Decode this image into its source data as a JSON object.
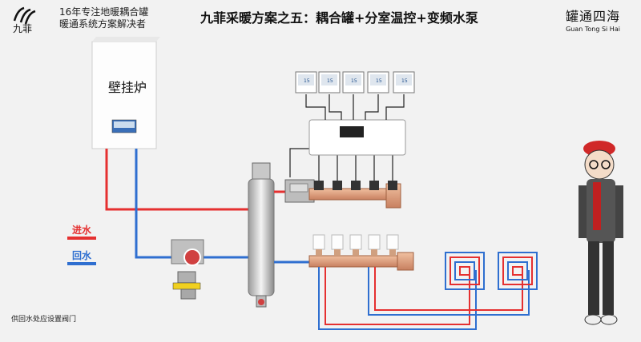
{
  "brand": {
    "logo_text": "九菲",
    "line1": "16年专注地暖耦合罐",
    "line2": "暖通系统方案解决者"
  },
  "title": "九菲采暖方案之五：耦合罐+分室温控+变频水泵",
  "corner_brand": {
    "cn": "罐通四海",
    "en": "Guan Tong Si Hai"
  },
  "boiler": {
    "label": "壁挂炉"
  },
  "legend": {
    "supply": {
      "label": "进水",
      "color": "#e53030"
    },
    "return": {
      "label": "回水",
      "color": "#2f6fd0"
    }
  },
  "footnote": "供回水处应设置阀门",
  "thermostats": {
    "count": 5,
    "display": "15"
  },
  "colors": {
    "supply": "#e53030",
    "return": "#2f6fd0",
    "manifold": "#e0a080",
    "controller_wire": "#222222"
  }
}
